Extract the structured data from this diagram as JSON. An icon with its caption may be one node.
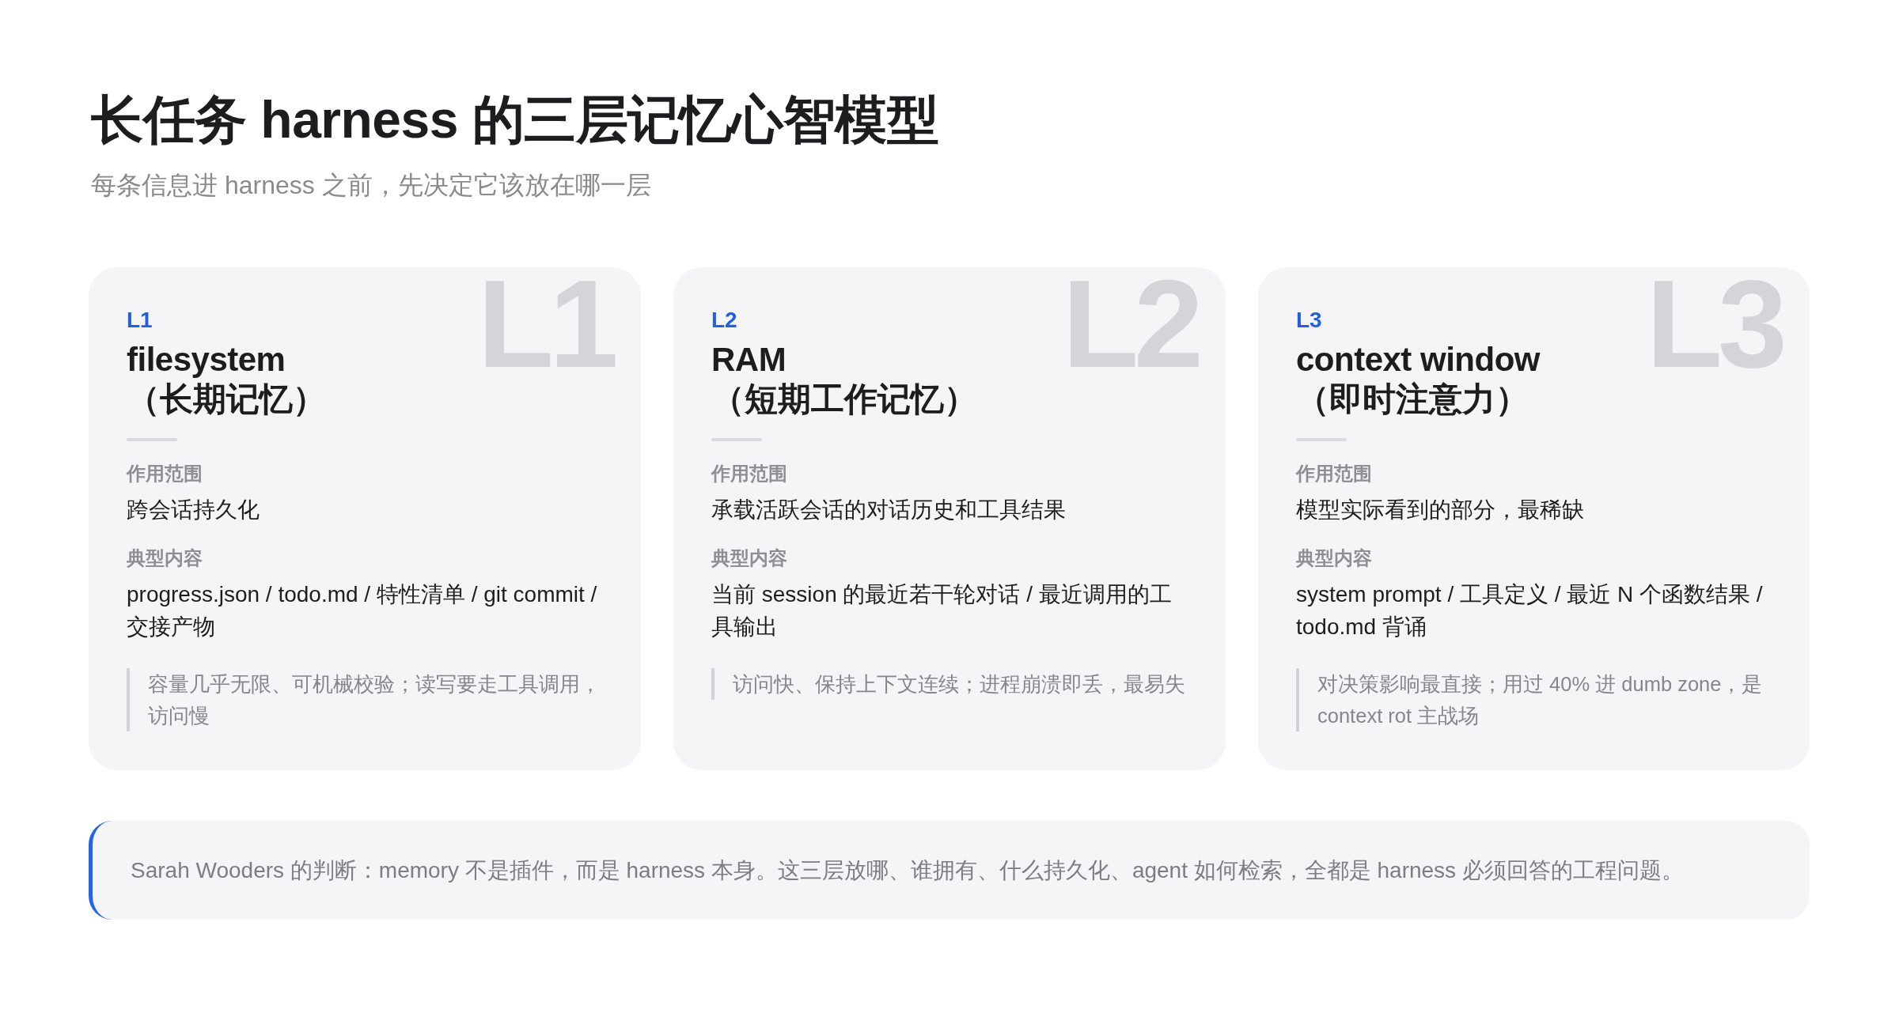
{
  "diagram": {
    "title": "长任务 harness 的三层记忆心智模型",
    "nodes": [
      {
        "text": [
          "L1",
          "L1",
          "filesystem",
          "（长期记忆）",
          "作用范围",
          "跨会话持久化",
          "典型内容",
          "progress.json / todo.md / 特性清单 / git commit / 交接产物",
          "容量几乎无限、可机械校验；读写要走工具调用，访问慢"
        ]
      },
      {
        "text": [
          "L2",
          "L2",
          "RAM",
          "（短期工作记忆）",
          "作用范围",
          "承载活跃会话的对话历史和工具结果",
          "典型内容",
          "当前 session 的最近若干轮对话 / 最近调用的工具输出",
          "访问快、保持上下文连续；进程崩溃即丢，最易失"
        ]
      },
      {
        "text": [
          "L3",
          "L3",
          "context window",
          "（即时注意力）",
          "作用范围",
          "模型实际看到的部分，最稀缺",
          "典型内容",
          "system prompt / 工具定义 / 最近 N 个函数结果 / todo.md 背诵",
          "对决策影响最直接；用过 40% 进 dumb zone，是 context rot 主战场"
        ]
      },
      {
        "text": [
          "Sarah Wooders 的判断：memory 不是插件，而是 harness 本身。这三层放哪、谁拥有、什么持久化、agent 如何检索，全都是 harness 必须回答的工程问题。"
        ]
      }
    ],
    "labels": [
      "每条信息进 harness 之前，先决定它该放在哪一层"
    ]
  }
}
